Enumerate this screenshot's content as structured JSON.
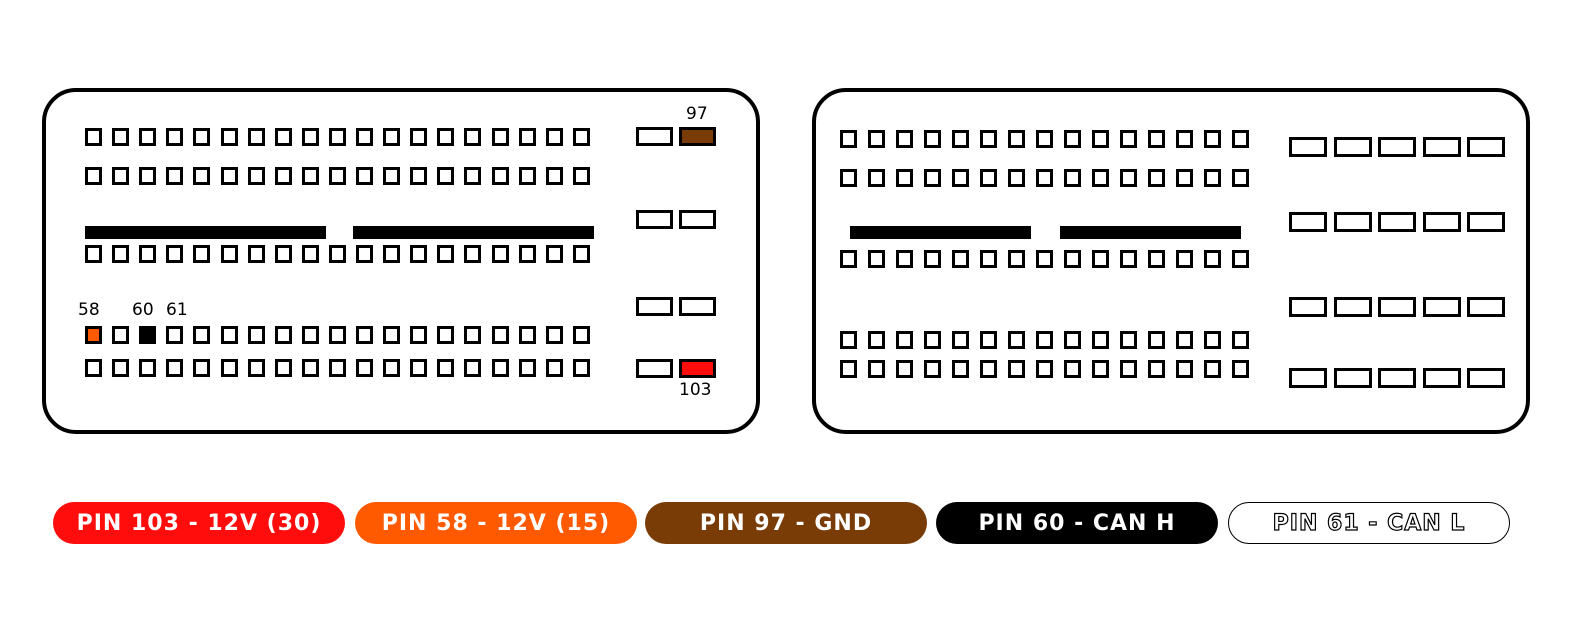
{
  "colors": {
    "red": "#ff0d0d",
    "orange": "#ff5a00",
    "brown": "#7a3c07",
    "black": "#000000",
    "white": "#ffffff"
  },
  "left_connector": {
    "labels": {
      "p58": "58",
      "p60": "60",
      "p61": "61",
      "p97": "97",
      "p103": "103"
    }
  },
  "legend": [
    {
      "label": "PIN 103 - 12V (30)",
      "color": "#ff0d0d"
    },
    {
      "label": "PIN 58 - 12V (15)",
      "color": "#ff5a00"
    },
    {
      "label": "PIN 97 - GND",
      "color": "#7a3c07"
    },
    {
      "label": "PIN 60 - CAN H",
      "color": "#000000"
    },
    {
      "label": "PIN 61 - CAN L",
      "color": "#ffffff"
    }
  ]
}
